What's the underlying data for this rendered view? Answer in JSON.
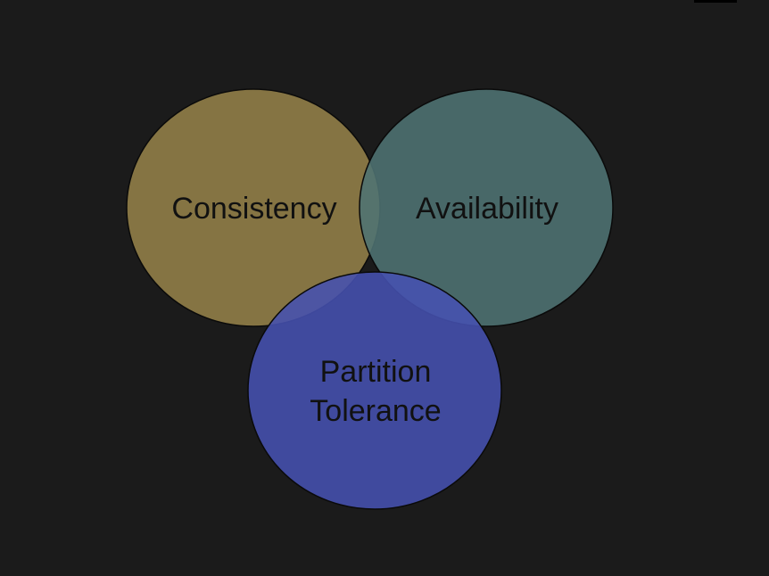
{
  "diagram": {
    "sets": [
      {
        "id": "consistency",
        "lines": [
          "Consistency"
        ],
        "color": "#857443"
      },
      {
        "id": "availability",
        "lines": [
          "Availability"
        ],
        "color": "#4a6868"
      },
      {
        "id": "partition",
        "lines": [
          "Partition",
          "Tolerance"
        ],
        "color": "#4650a8"
      }
    ]
  }
}
